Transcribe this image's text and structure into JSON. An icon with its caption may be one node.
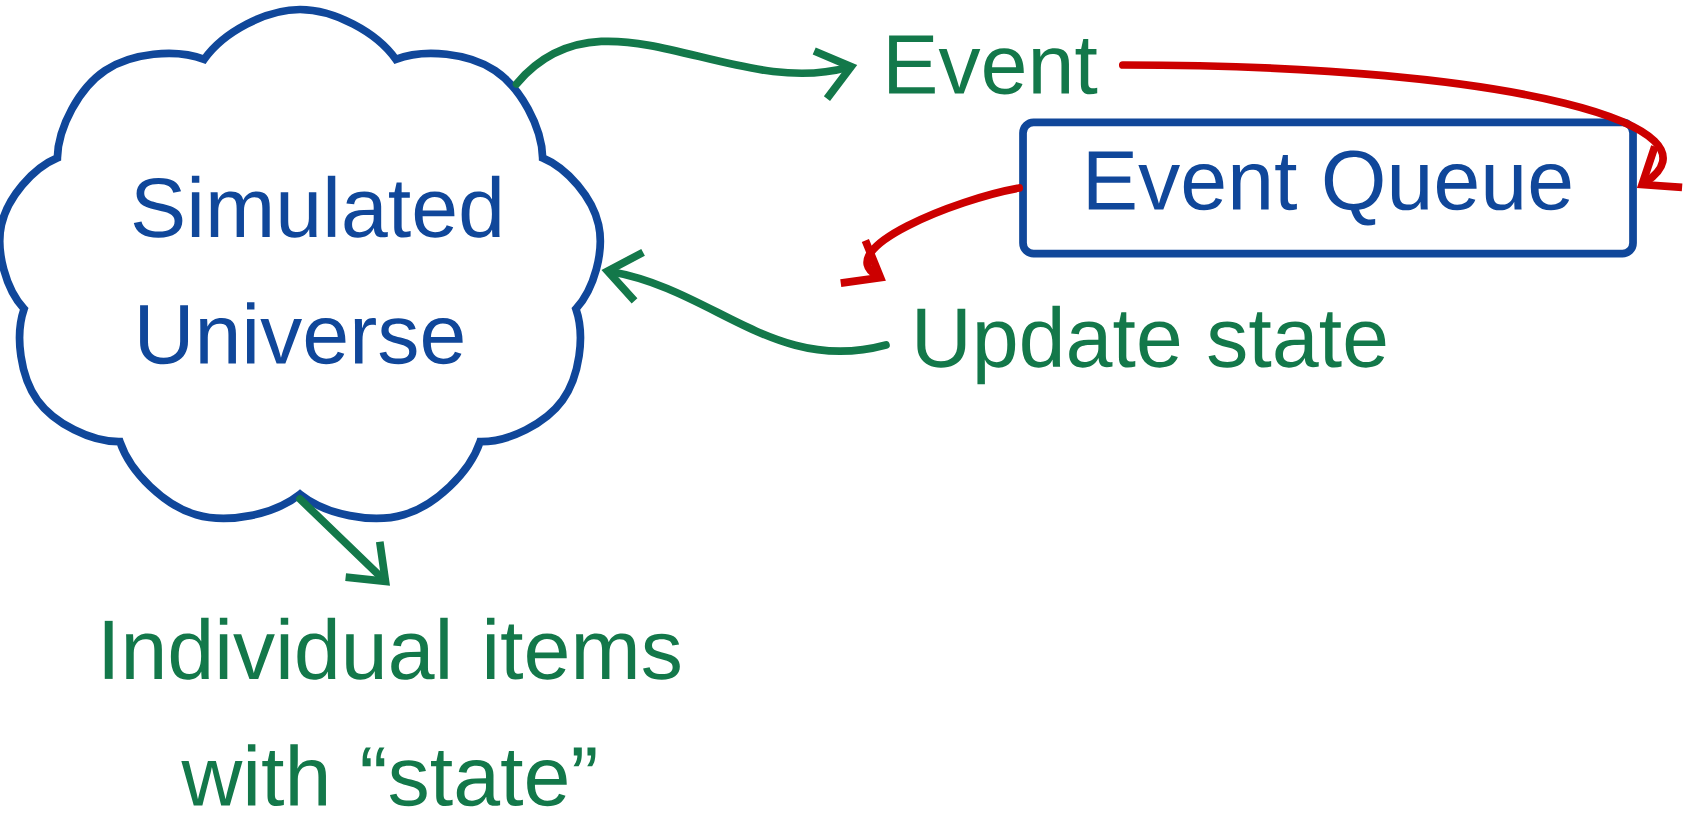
{
  "diagram": {
    "nodes": [
      {
        "text": [
          "Simulated Universe"
        ]
      },
      {
        "text": [
          "Event"
        ]
      },
      {
        "text": [
          "Event Queue"
        ]
      },
      {
        "text": [
          "Update state"
        ]
      },
      {
        "text": [
          "Individual items with “state”"
        ]
      }
    ],
    "edges": [
      {
        "from": 0,
        "to": 1,
        "arrow": "to"
      },
      {
        "from": 1,
        "to": 2,
        "arrow": "to",
        "color": "#cc0000"
      },
      {
        "from": 2,
        "to": 3,
        "arrow": "to",
        "color": "#cc0000"
      },
      {
        "from": 3,
        "to": 0,
        "arrow": "to"
      },
      {
        "from": 0,
        "to": 4,
        "arrow": "to"
      }
    ]
  }
}
